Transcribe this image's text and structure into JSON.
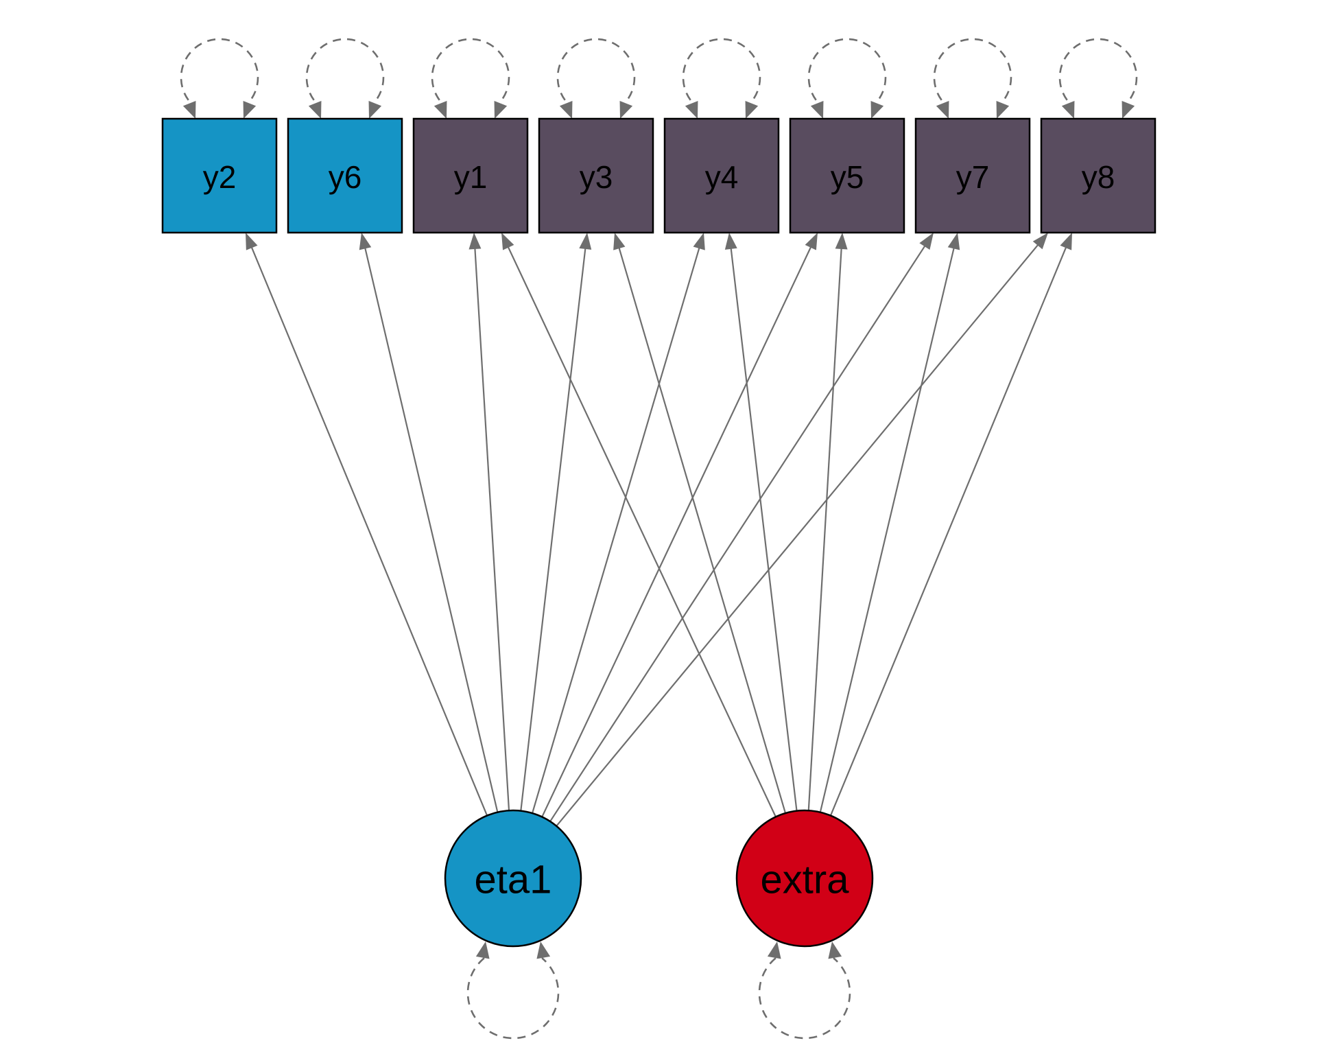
{
  "diagram": {
    "type": "path-diagram",
    "observed": [
      {
        "id": "y2",
        "label": "y2",
        "color": "#1594c5"
      },
      {
        "id": "y6",
        "label": "y6",
        "color": "#1594c5"
      },
      {
        "id": "y1",
        "label": "y1",
        "color": "#594c5f"
      },
      {
        "id": "y3",
        "label": "y3",
        "color": "#594c5f"
      },
      {
        "id": "y4",
        "label": "y4",
        "color": "#594c5f"
      },
      {
        "id": "y5",
        "label": "y5",
        "color": "#594c5f"
      },
      {
        "id": "y7",
        "label": "y7",
        "color": "#594c5f"
      },
      {
        "id": "y8",
        "label": "y8",
        "color": "#594c5f"
      }
    ],
    "latent": [
      {
        "id": "eta1",
        "label": "eta1",
        "color": "#1594c5"
      },
      {
        "id": "extra",
        "label": "extra",
        "color": "#d10016"
      }
    ],
    "loadings": [
      {
        "from": "eta1",
        "to": "y2"
      },
      {
        "from": "eta1",
        "to": "y6"
      },
      {
        "from": "eta1",
        "to": "y1"
      },
      {
        "from": "eta1",
        "to": "y3"
      },
      {
        "from": "eta1",
        "to": "y4"
      },
      {
        "from": "eta1",
        "to": "y5"
      },
      {
        "from": "eta1",
        "to": "y7"
      },
      {
        "from": "eta1",
        "to": "y8"
      },
      {
        "from": "extra",
        "to": "y1"
      },
      {
        "from": "extra",
        "to": "y3"
      },
      {
        "from": "extra",
        "to": "y4"
      },
      {
        "from": "extra",
        "to": "y5"
      },
      {
        "from": "extra",
        "to": "y7"
      },
      {
        "from": "extra",
        "to": "y8"
      }
    ],
    "variances": [
      "y2",
      "y6",
      "y1",
      "y3",
      "y4",
      "y5",
      "y7",
      "y8",
      "eta1",
      "extra"
    ],
    "edge_color": "#6e6e6e"
  }
}
